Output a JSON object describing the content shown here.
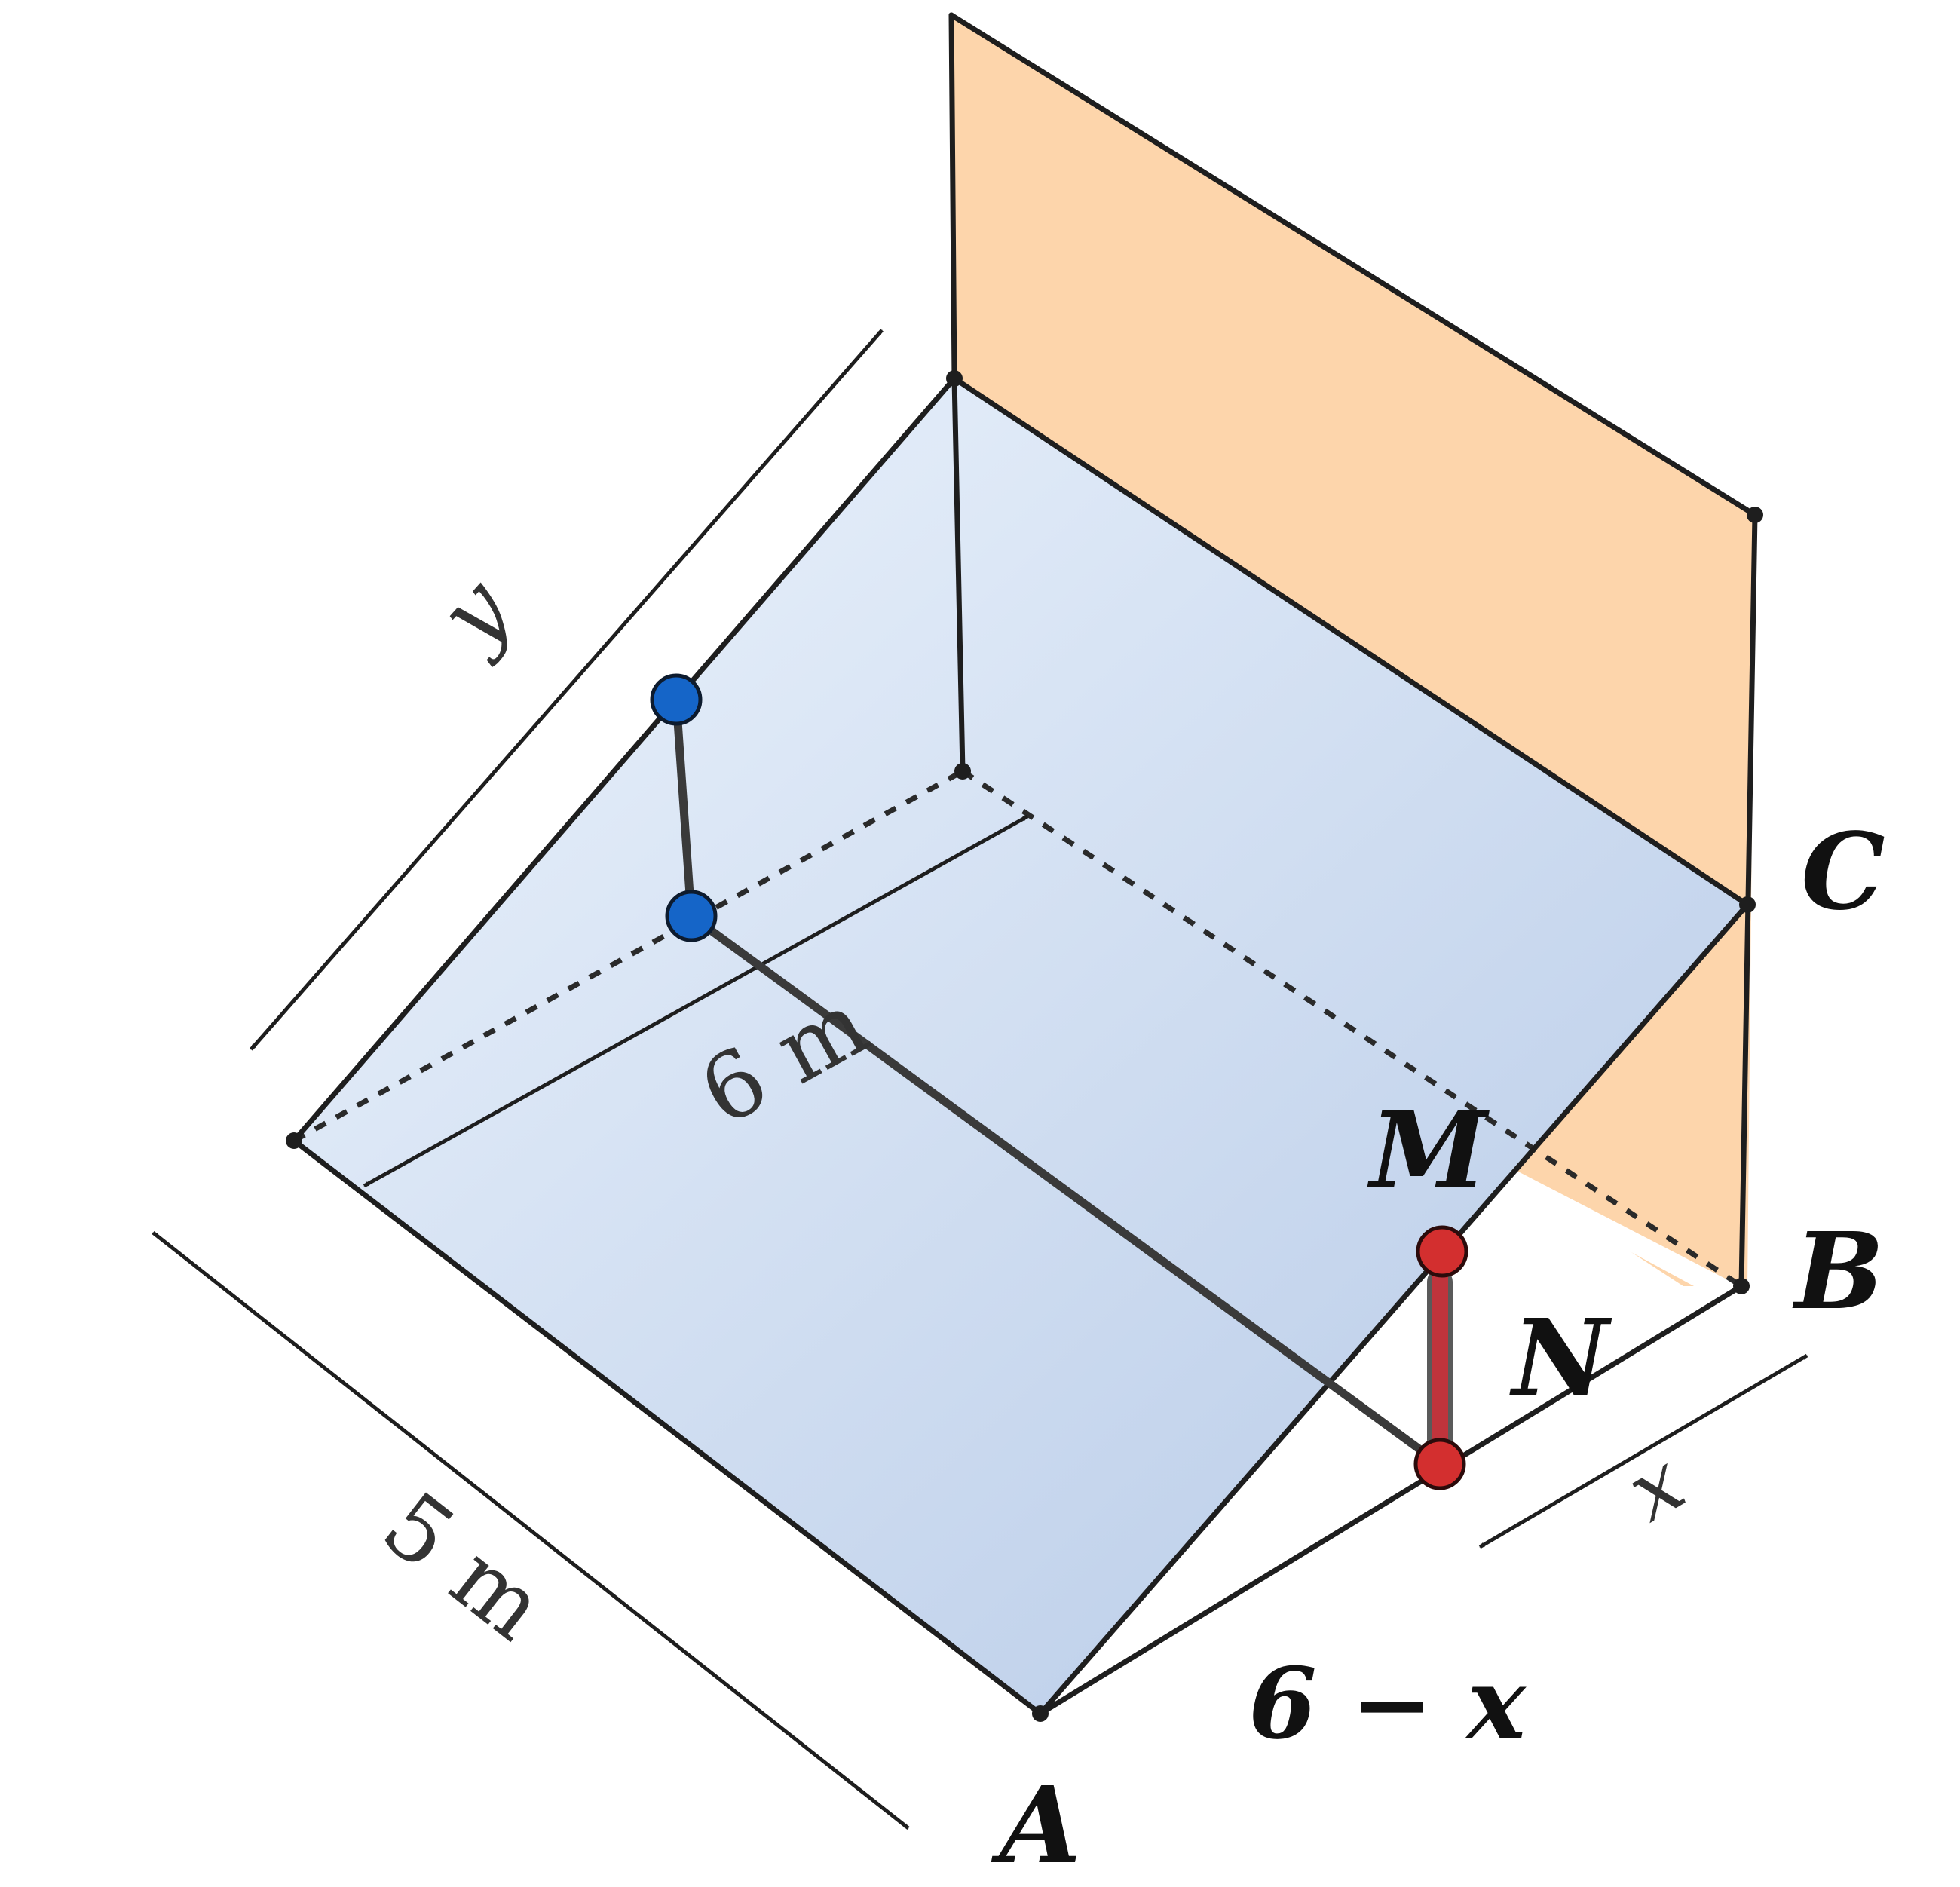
{
  "labels": {
    "A": "A",
    "B": "B",
    "C": "C",
    "M": "M",
    "N": "N"
  },
  "dimensions": {
    "depth": "5 m",
    "width": "6 m",
    "slope": "y",
    "segment_x": "x",
    "segment_rest": "6 − x"
  },
  "colors": {
    "ramp": "#c3d6ee",
    "wall": "#fdd5ab",
    "point_blue": "#1565c8",
    "point_red": "#d32f2f"
  }
}
